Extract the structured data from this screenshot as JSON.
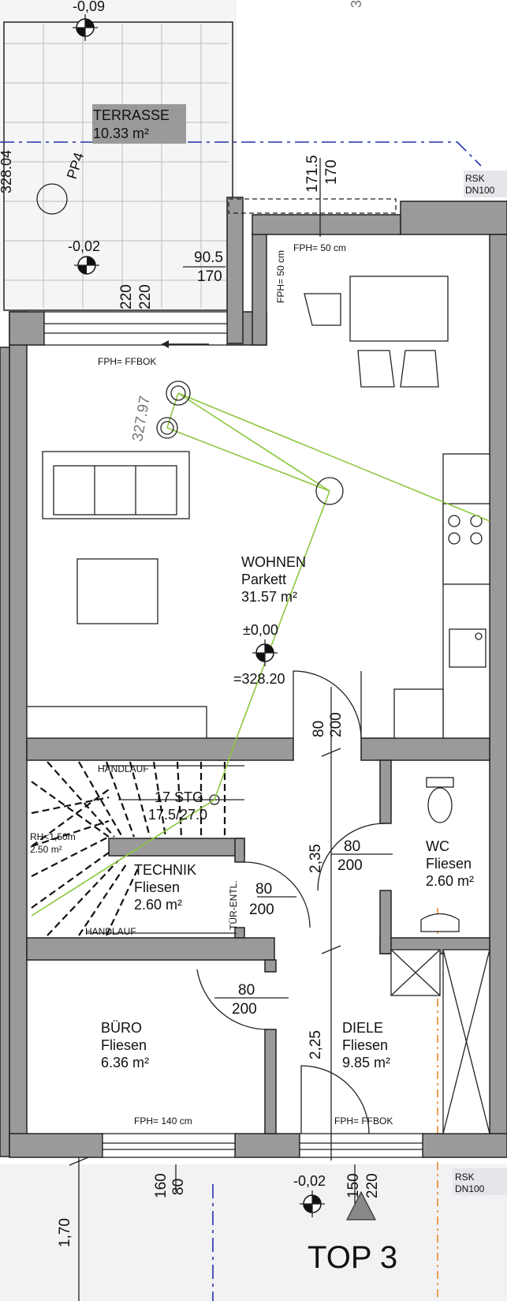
{
  "plan_title": "TOP 3",
  "rooms": {
    "terrasse": {
      "name": "TERRASSE",
      "area": "10.33 m²"
    },
    "wohnen": {
      "name": "WOHNEN",
      "floor": "Parkett",
      "area": "31.57 m²"
    },
    "stair": {
      "name": "17 STG",
      "ratio": "17.5/27.0"
    },
    "technik": {
      "name": "TECHNIK",
      "floor": "Fliesen",
      "area": "2.60 m²"
    },
    "wc": {
      "name": "WC",
      "floor": "Fliesen",
      "area": "2.60 m²"
    },
    "buero": {
      "name": "BÜRO",
      "floor": "Fliesen",
      "area": "6.36 m²"
    },
    "diele": {
      "name": "DIELE",
      "floor": "Fliesen",
      "area": "9.85 m²"
    }
  },
  "levels": {
    "terrace_top": "-0,09",
    "terrace": "-0,02",
    "main": "±0,00",
    "absolute": "=328.20",
    "bottom": "-0,02"
  },
  "annotations": {
    "pp4": "PP4",
    "left_edge": "328.04",
    "tree_height": "327.97",
    "rsk_top": "RSK",
    "dn_top": "DN100",
    "rsk_bottom": "RSK",
    "dn_bottom": "DN100",
    "fph_50_right": "FPH= 50 cm",
    "fph_50_vertical": "FPH= 50 cm",
    "fph_ffbok_top": "FPH= FFBOK",
    "fph_140": "FPH= 140 cm",
    "fph_ffbok_bottom": "FPH= FFBOK",
    "handlauf_top": "HANDLAUF",
    "handlauf_bottom": "HANDLAUF",
    "rh_line1": "RH<1,50m",
    "rh_line2": "2.50 m²",
    "tuer_entl": "TÜR-ENTL.",
    "top_cut": "3"
  },
  "dimensions": {
    "d171_5": "171.5",
    "d170_top": "170",
    "d90_5": "90.5",
    "d170_mid": "170",
    "d220_a": "220",
    "d220_b": "220",
    "living_door_w": "80",
    "living_door_h": "200",
    "d2_35": "2,35",
    "wc_door_w": "80",
    "wc_door_h": "200",
    "tech_door_w": "80",
    "tech_door_h": "200",
    "office_door_w": "80",
    "office_door_h": "200",
    "d2_25": "2,25",
    "d160": "160",
    "d80_bottom": "80",
    "d150": "150",
    "d220_bottom": "220",
    "d1_70": "1,70"
  }
}
